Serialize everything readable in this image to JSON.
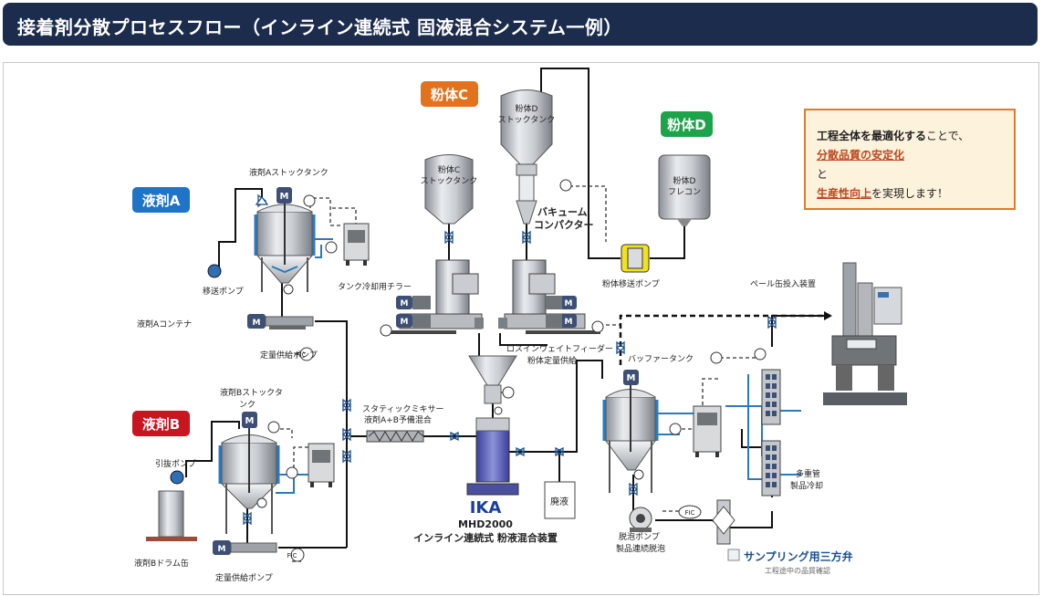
{
  "title": "接着剤分散プロセスフロー（インライン連続式 固液混合システム一例）",
  "badges": {
    "liquid_a": {
      "text": "液剤A",
      "color": "#1f74c8"
    },
    "liquid_b": {
      "text": "液剤B",
      "color": "#c8151f"
    },
    "powder_c": {
      "text": "粉体C",
      "color": "#e3721c"
    },
    "powder_d": {
      "text": "粉体D",
      "color": "#1da34a"
    }
  },
  "labels": {
    "tank_a": "液剤Aストックタンク",
    "transfer_pump": "移送ポンプ",
    "container_a": "液剤Aコンテナ",
    "chiller": "タンク冷却用チラー",
    "dosing_pump_a": "定量供給ポンプ",
    "fic": "FIC",
    "tank_b_line1": "液剤Bストックタ",
    "tank_b_line2": "ンク",
    "extract_pump": "引抜ポンプ",
    "drum_b": "液剤Bドラム缶",
    "dosing_pump_b": "定量供給ポンプ",
    "static_mixer_line1": "スタティックミキサー",
    "static_mixer_line2": "液剤A+B予備混合",
    "stock_c_line1": "粉体C",
    "stock_c_line2": "ストックタンク",
    "stock_d_line1": "粉体D",
    "stock_d_line2": "ストックタンク",
    "vacuum_line1": "バキューム",
    "vacuum_line2": "コンパクター",
    "flecon_line1": "粉体D",
    "flecon_line2": "フレコン",
    "powder_transfer_pump": "粉体移送ポンプ",
    "loss_in_weight_line1": "ロスインウェイトフィーダー",
    "loss_in_weight_line2": "粉体定量供給",
    "ika": "IKA",
    "mhd_line1": "MHD2000",
    "mhd_line2": "インライン連続式 粉液混合装置",
    "waste": "廃液",
    "buffer_tank": "バッファータンク",
    "pail_loader": "ペール缶投入装置",
    "multi_tube_line1": "多重管",
    "multi_tube_line2": "製品冷却",
    "defoam_line1": "脱泡ポンプ",
    "defoam_line2": "製品連続脱泡",
    "sampling_valve": "サンプリング用三方弁",
    "sampling_note": "工程途中の品質確認",
    "motor": "M"
  },
  "callout": {
    "line1_bold": "工程全体を最適化する",
    "line1_rest": "ことで、",
    "line2": "分散品質の安定化",
    "line3": "と",
    "line4_hl": "生産性向上",
    "line4_rest": "を実現します！"
  }
}
